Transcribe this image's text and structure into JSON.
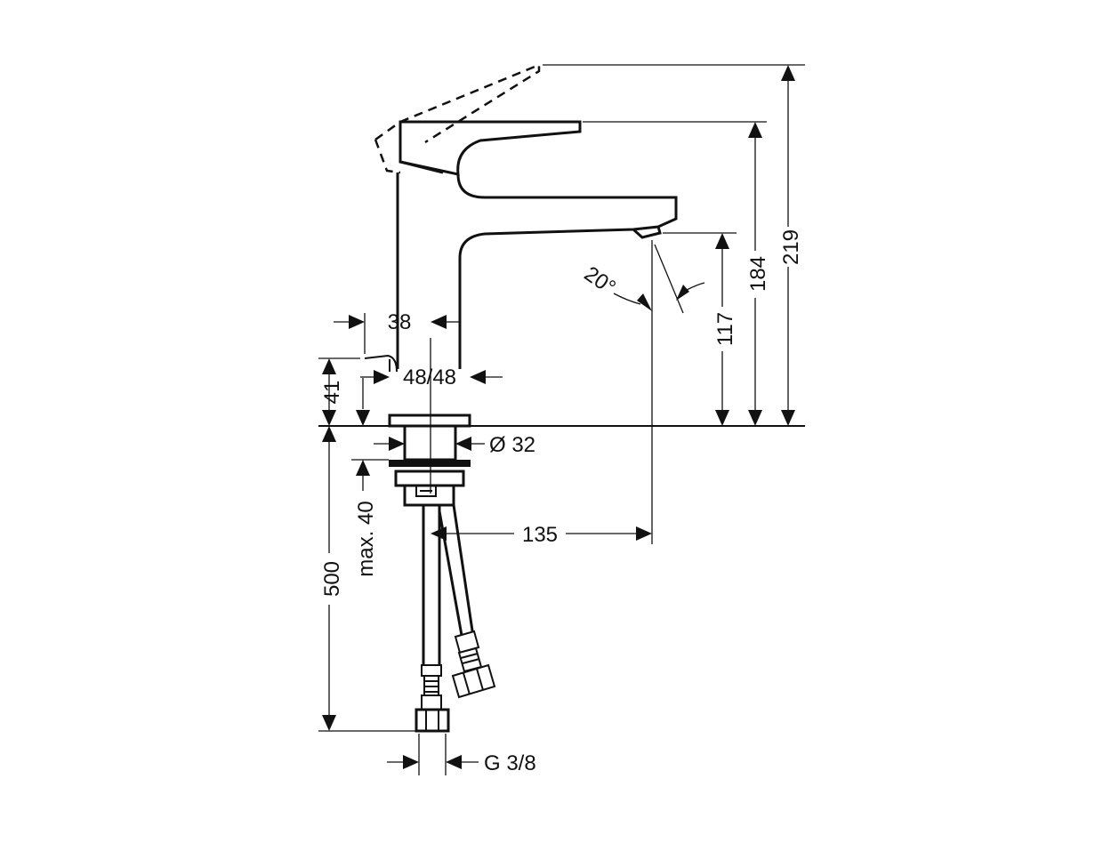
{
  "drawing": {
    "dimensions": {
      "overall_height": "219",
      "lever_height": "184",
      "spout_height": "117",
      "spout_angle": "20°",
      "body_depth": "38",
      "body_width": "48/48",
      "lever_clearance": "41",
      "shank_diameter": "Ø 32",
      "spout_reach": "135",
      "max_counter_thickness": "max. 40",
      "hose_length": "500",
      "thread_size": "G 3/8"
    }
  }
}
